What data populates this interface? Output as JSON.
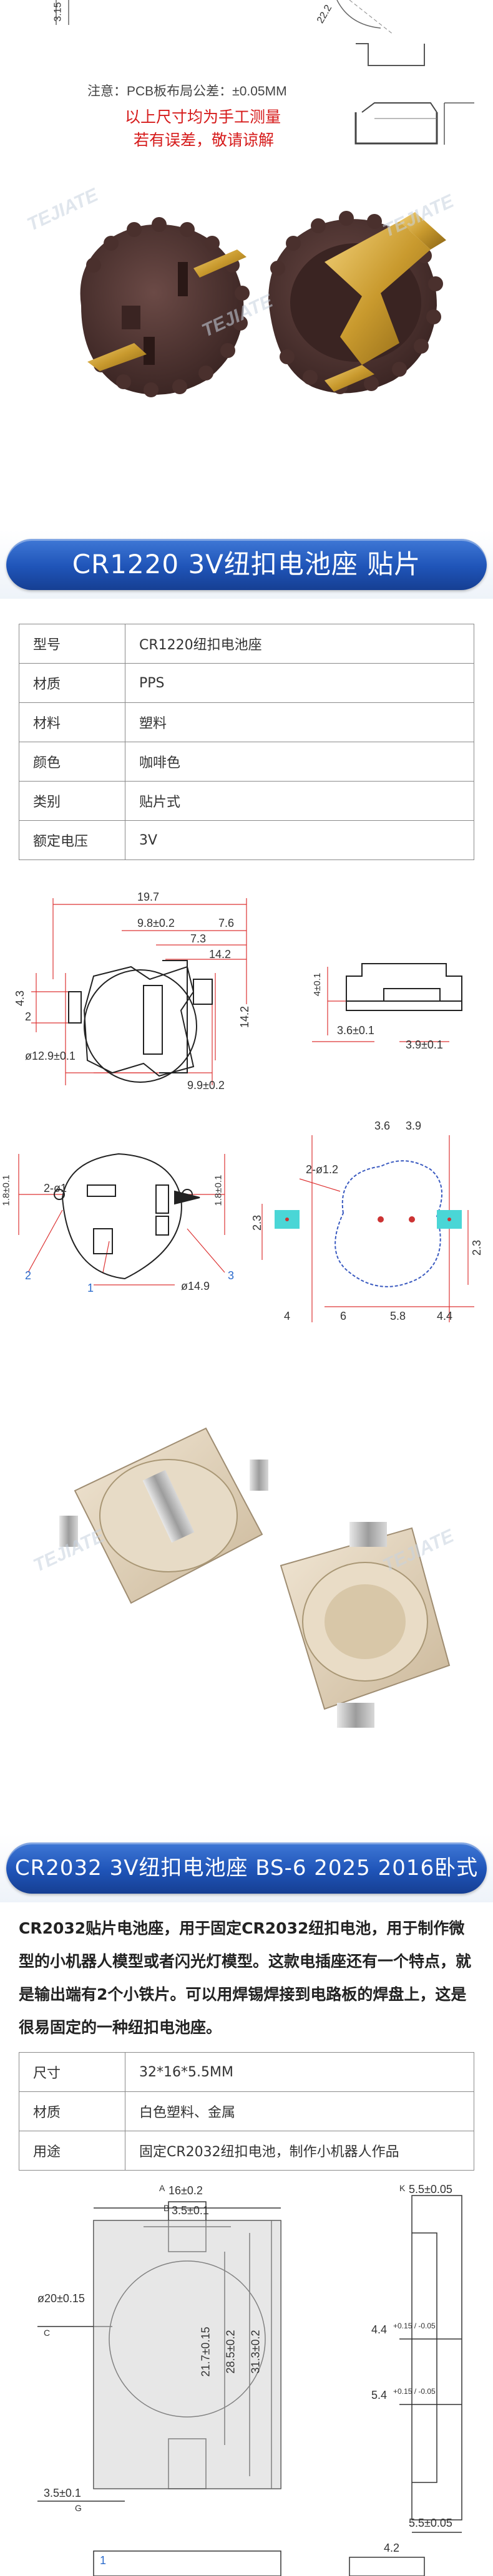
{
  "top_section": {
    "dim_partial_left": "3.15",
    "dim_partial_right": "22.2",
    "note": "注意：PCB板布局公差：±0.05MM",
    "warning_1": "以上尺寸均为手工测量",
    "warning_2": "若有误差，敬请谅解"
  },
  "watermark": "TEJIATE",
  "section_1": {
    "title": "CR1220 3V纽扣电池座 贴片",
    "specs": [
      {
        "key": "型号",
        "value": "CR1220纽扣电池座"
      },
      {
        "key": "材质",
        "value": "PPS"
      },
      {
        "key": "材料",
        "value": "塑料"
      },
      {
        "key": "颜色",
        "value": "咖啡色"
      },
      {
        "key": "类别",
        "value": "贴片式"
      },
      {
        "key": "额定电压",
        "value": "3V"
      }
    ],
    "dims": {
      "d197": "19.7",
      "d98": "9.8±0.2",
      "d76": "7.6",
      "d73": "7.3",
      "d14": "14.2",
      "d142": "14.2",
      "d43": "4.3",
      "d2": "2",
      "d129": "ø12.9±0.1",
      "d99": "9.9±0.2",
      "d41": "4±0.1",
      "d36": "3.6±0.1",
      "d39": "3.9±0.1",
      "d36b": "3.6",
      "d39b": "3.9",
      "d2012": "2-ø1.2",
      "d23": "2.3",
      "d23b": "2.3",
      "d4": "4",
      "d6": "6",
      "d58": "5.8",
      "d44": "4.4",
      "d18a": "1.8±0.1",
      "d18b": "1.8±0.1",
      "d21": "2-ø1",
      "d149": "ø14.9",
      "c1": "1",
      "c2": "2",
      "c3": "3"
    }
  },
  "section_2": {
    "title": "CR2032 3V纽扣电池座 BS-6 2025 2016卧式",
    "paragraph": "CR2032贴片电池座，用于固定CR2032纽扣电池，用于制作微型的小机器人模型或者闪光灯模型。这款电插座还有一个特点，就是输出端有2个小铁片。可以用焊锡焊接到电路板的焊盘上，这是很易固定的一种纽扣电池座。",
    "specs": [
      {
        "key": "尺寸",
        "value": "32*16*5.5MM"
      },
      {
        "key": "材质",
        "value": "白色塑料、金属"
      },
      {
        "key": "用途",
        "value": "固定CR2032纽扣电池，制作小机器人作品"
      }
    ],
    "dims": {
      "a": "A",
      "d16": "16±0.2",
      "b": "B",
      "d35": "3.5±0.1",
      "d20": "ø20±0.15",
      "c": "C",
      "d217": "21.7±0.15",
      "d285": "28.5±0.2",
      "d313": "31.3±0.2",
      "d35b": "3.5±0.1",
      "g": "G",
      "k": "K",
      "d55": "5.5±0.05",
      "d44": "4.4",
      "d44t": "+0.15 / -0.05",
      "d54": "5.4",
      "d54t": "+0.15 / -0.05",
      "d55b": "5.5±0.05",
      "d42": "4.2",
      "c1": "1"
    }
  }
}
